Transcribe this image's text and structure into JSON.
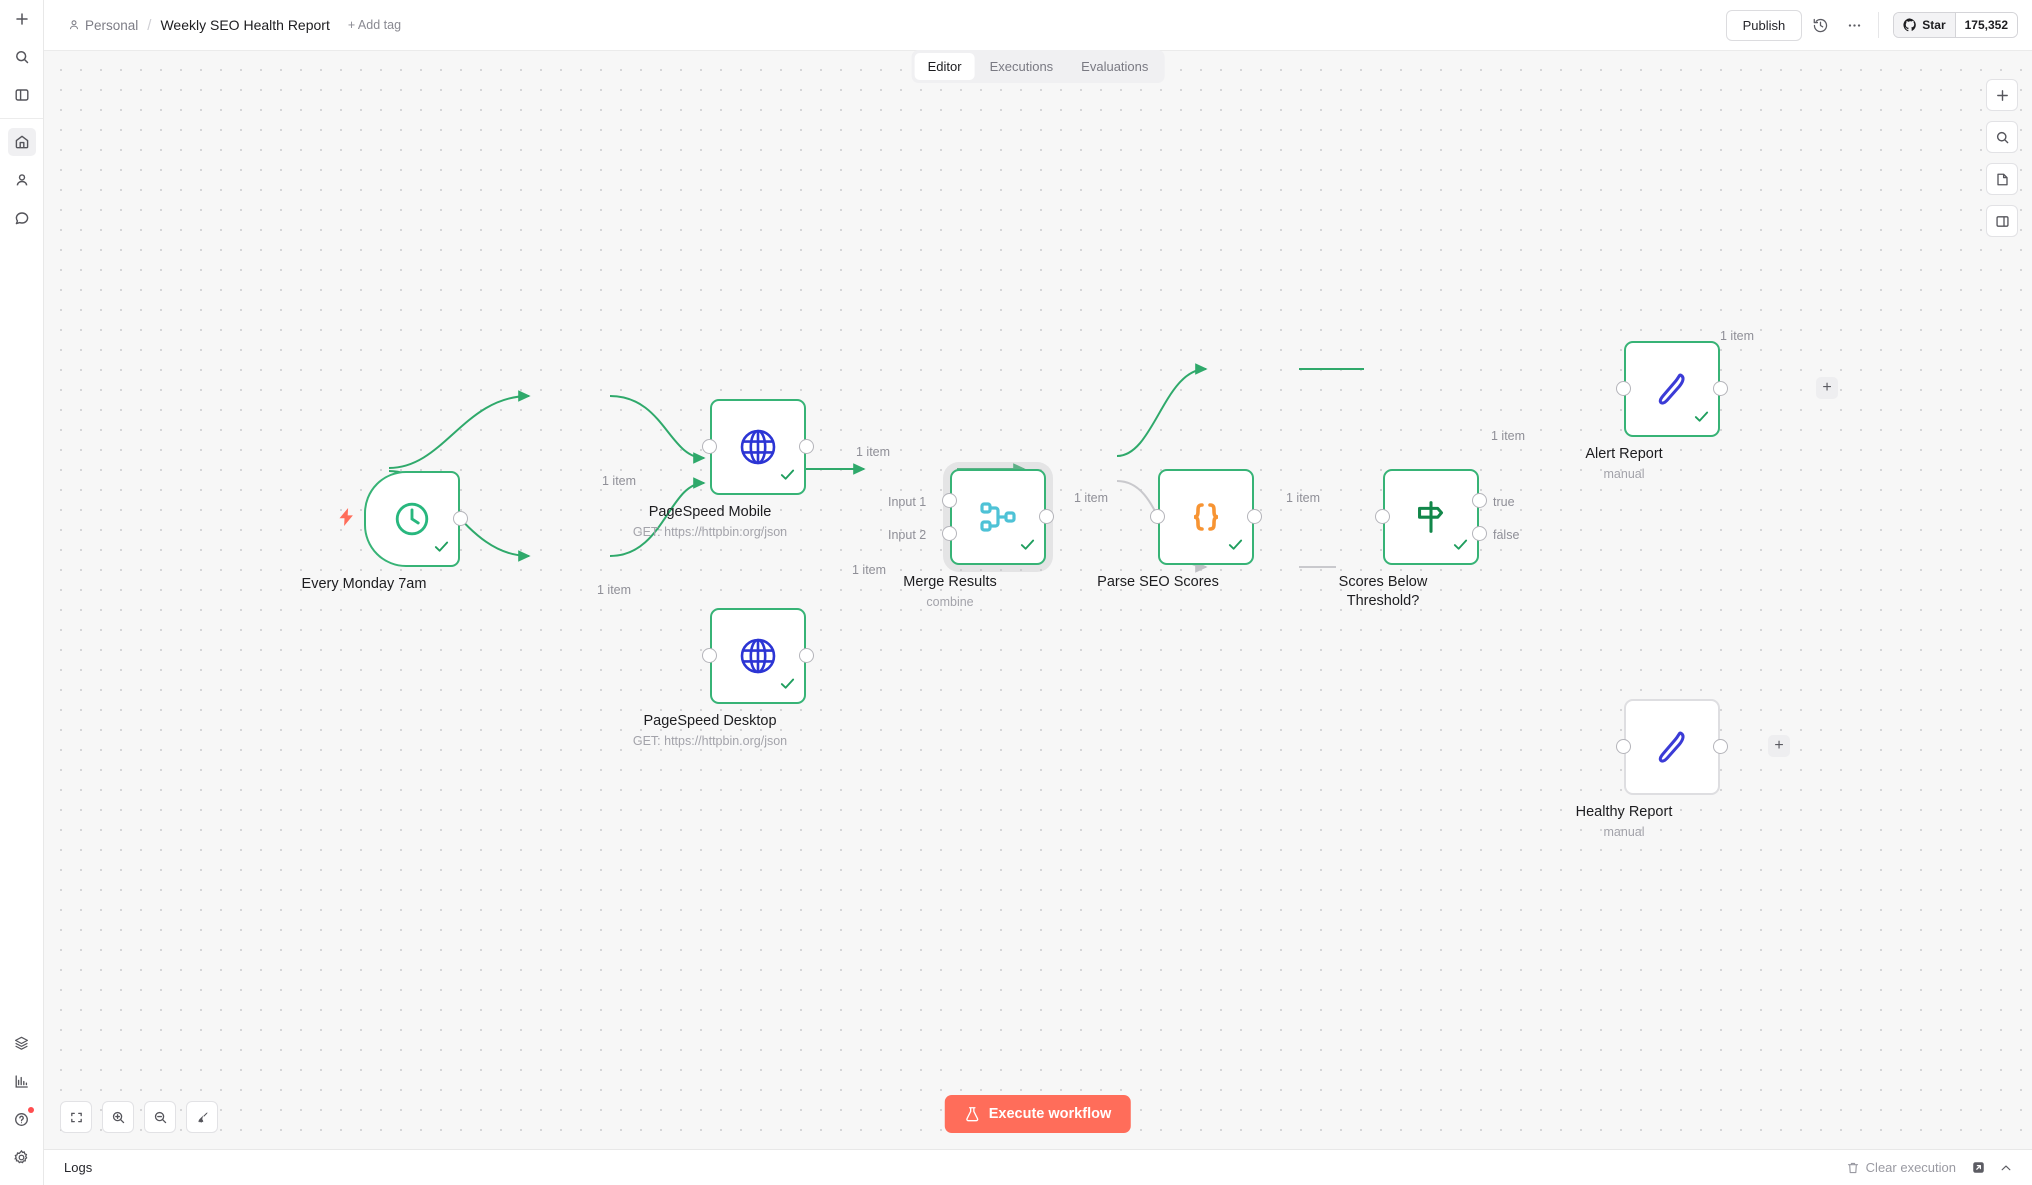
{
  "sidebar": {
    "top_items": [
      {
        "name": "add",
        "icon": "plus-icon"
      },
      {
        "name": "search",
        "icon": "search-icon"
      },
      {
        "name": "toggle-panel",
        "icon": "panel-icon"
      }
    ],
    "nav_items": [
      {
        "name": "overview",
        "icon": "home-icon",
        "active": true
      },
      {
        "name": "admin",
        "icon": "user-icon",
        "active": false
      },
      {
        "name": "chat",
        "icon": "chat-icon",
        "active": false
      }
    ],
    "bottom_items": [
      {
        "name": "templates",
        "icon": "box-icon",
        "badge": false
      },
      {
        "name": "insights",
        "icon": "bar-chart-icon",
        "badge": false
      },
      {
        "name": "help",
        "icon": "question-icon",
        "badge": true
      },
      {
        "name": "settings",
        "icon": "gear-icon",
        "badge": false
      }
    ]
  },
  "header": {
    "project": "Personal",
    "separator": "/",
    "title": "Weekly SEO Health Report",
    "add_tag": "+ Add tag",
    "publish_label": "Publish",
    "history_icon": "history-icon",
    "more_icon": "ellipsis-icon",
    "github": {
      "star_label": "Star",
      "count": "175,352",
      "icon": "github-icon"
    }
  },
  "tabs": [
    {
      "label": "Editor",
      "selected": true
    },
    {
      "label": "Executions",
      "selected": false
    },
    {
      "label": "Evaluations",
      "selected": false
    }
  ],
  "canvas": {
    "nodes": [
      {
        "id": "trigger",
        "name": "Every Monday 7am",
        "subtitle": "",
        "icon": "clock-icon",
        "icon_color": "#28b77e",
        "state": "success",
        "shape": "trigger",
        "selected": false
      },
      {
        "id": "mobile",
        "name": "PageSpeed Mobile",
        "subtitle": "GET: https://httpbin.org/json",
        "icon": "globe-icon",
        "icon_color": "#2c35d4",
        "state": "success",
        "shape": "box",
        "selected": false
      },
      {
        "id": "desktop",
        "name": "PageSpeed Desktop",
        "subtitle": "GET: https://httpbin.org/json",
        "icon": "globe-icon",
        "icon_color": "#2c35d4",
        "state": "success",
        "shape": "box",
        "selected": false
      },
      {
        "id": "merge",
        "name": "Merge Results",
        "subtitle": "combine",
        "icon": "merge-icon",
        "icon_color": "#4ec2d6",
        "state": "success",
        "shape": "box",
        "selected": true
      },
      {
        "id": "parse",
        "name": "Parse SEO Scores",
        "subtitle": "",
        "icon": "code-braces-icon",
        "icon_color": "#f79433",
        "state": "success",
        "shape": "box",
        "selected": false
      },
      {
        "id": "if",
        "name": "Scores Below Threshold?",
        "subtitle": "",
        "icon": "signpost-icon",
        "icon_color": "#12874a",
        "state": "success",
        "shape": "box",
        "selected": false
      },
      {
        "id": "alert",
        "name": "Alert Report",
        "subtitle": "manual",
        "icon": "pen-icon",
        "icon_color": "#3b3bd6",
        "state": "success",
        "shape": "box",
        "selected": false
      },
      {
        "id": "healthy",
        "name": "Healthy Report",
        "subtitle": "manual",
        "icon": "pen-icon",
        "icon_color": "#3b3bd6",
        "state": "idle",
        "shape": "box",
        "selected": false
      }
    ],
    "edge_labels": {
      "trigger_to_mobile": "1 item",
      "trigger_to_desktop": "1 item",
      "mobile_to_merge": "1 item",
      "desktop_to_merge": "1 item",
      "merge_to_parse": "1 item",
      "parse_to_if": "1 item",
      "if_true_to_alert": "1 item",
      "alert_to_plus": "1 item"
    },
    "port_labels": {
      "merge_input_1": "Input 1",
      "merge_input_2": "Input 2",
      "if_true": "true",
      "if_false": "false"
    },
    "add_stub_label": "+"
  },
  "right_toolbar": [
    {
      "name": "add-node",
      "icon": "plus-icon"
    },
    {
      "name": "search-nodes",
      "icon": "search-icon"
    },
    {
      "name": "add-sticky",
      "icon": "note-icon"
    },
    {
      "name": "toggle-sidebar",
      "icon": "panel-icon"
    }
  ],
  "zoom_toolbar": [
    {
      "name": "zoom-to-fit",
      "icon": "fit-icon"
    },
    {
      "name": "zoom-in",
      "icon": "zoom-in-icon"
    },
    {
      "name": "zoom-out",
      "icon": "zoom-out-icon"
    },
    {
      "name": "tidy-up",
      "icon": "broom-icon"
    }
  ],
  "execute": {
    "label": "Execute workflow",
    "icon": "flask-icon",
    "color": "#ff6d5a"
  },
  "logs": {
    "title": "Logs",
    "clear_label": "Clear execution",
    "clear_icon": "trash-icon",
    "popout_icon": "popout-icon",
    "chevron_icon": "chevron-up-icon"
  },
  "colors": {
    "success_border": "#37b376",
    "idle_border": "#dedee1",
    "edge_success": "#2fa96b",
    "edge_idle": "#c9c9cd",
    "accent": "#ff6d5a",
    "canvas_bg": "#f7f7f7"
  }
}
